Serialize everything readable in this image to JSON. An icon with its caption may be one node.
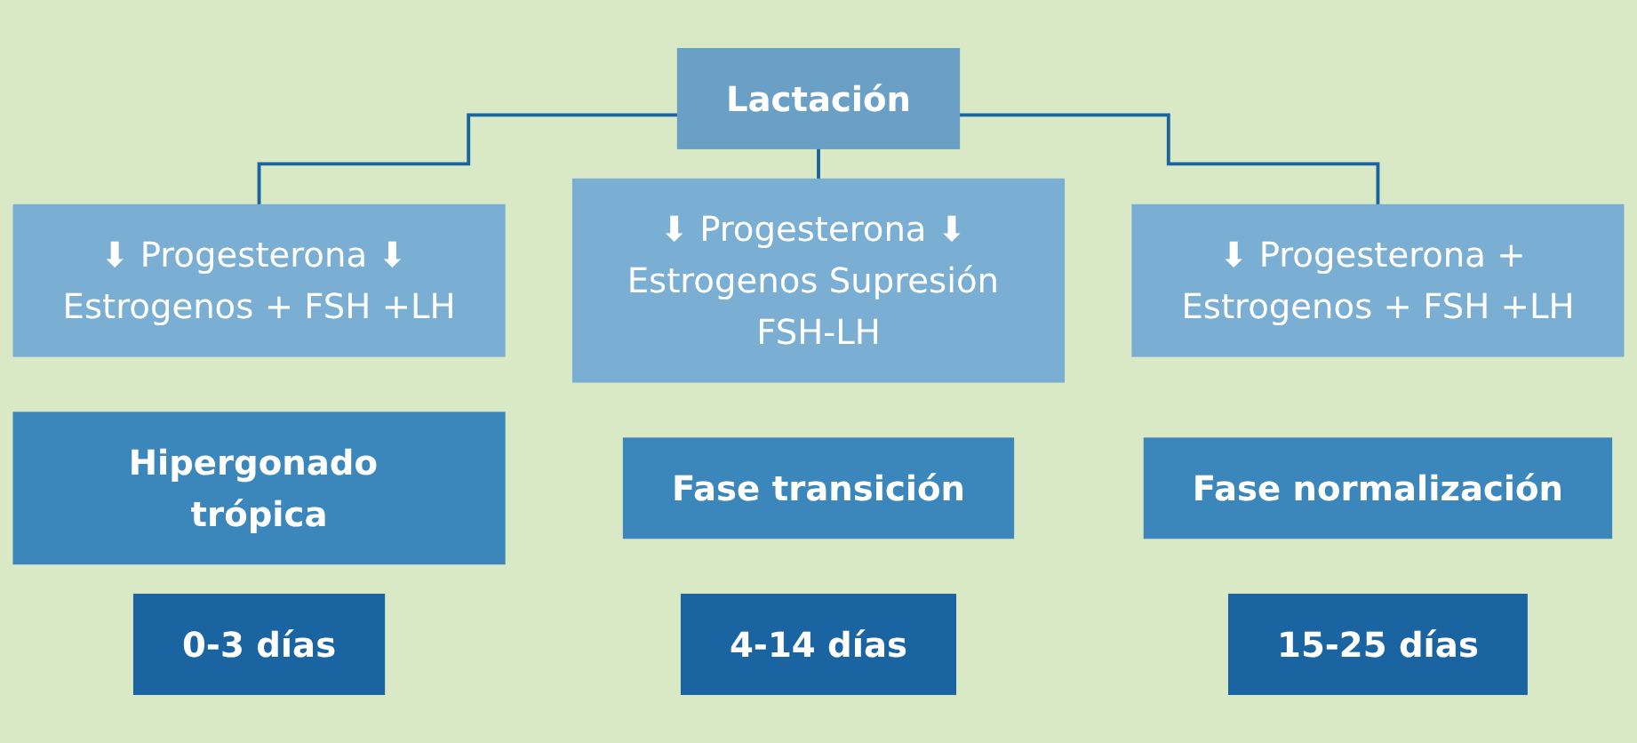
{
  "diagram": {
    "nodes": [
      {
        "text": [
          "Lactación"
        ]
      },
      {
        "text": [
          "⬇ Progesterona ⬇ Estrogenos + FSH +LH"
        ]
      },
      {
        "text": [
          "Hipergonado trópica"
        ]
      },
      {
        "text": [
          "0-3 días"
        ]
      },
      {
        "text": [
          "⬇ Progesterona ⬇ Estrogenos Supresión FSH-LH"
        ]
      },
      {
        "text": [
          "Fase transición"
        ]
      },
      {
        "text": [
          "4-14 días"
        ]
      },
      {
        "text": [
          "⬇ Progesterona + Estrogenos + FSH +LH"
        ]
      },
      {
        "text": [
          "Fase normalización"
        ]
      },
      {
        "text": [
          "15-25 días"
        ]
      }
    ],
    "edges": [
      {
        "from": 0,
        "to": 1,
        "arrow": "none"
      },
      {
        "from": 0,
        "to": 4,
        "arrow": "none"
      },
      {
        "from": 0,
        "to": 7,
        "arrow": "none"
      }
    ]
  }
}
